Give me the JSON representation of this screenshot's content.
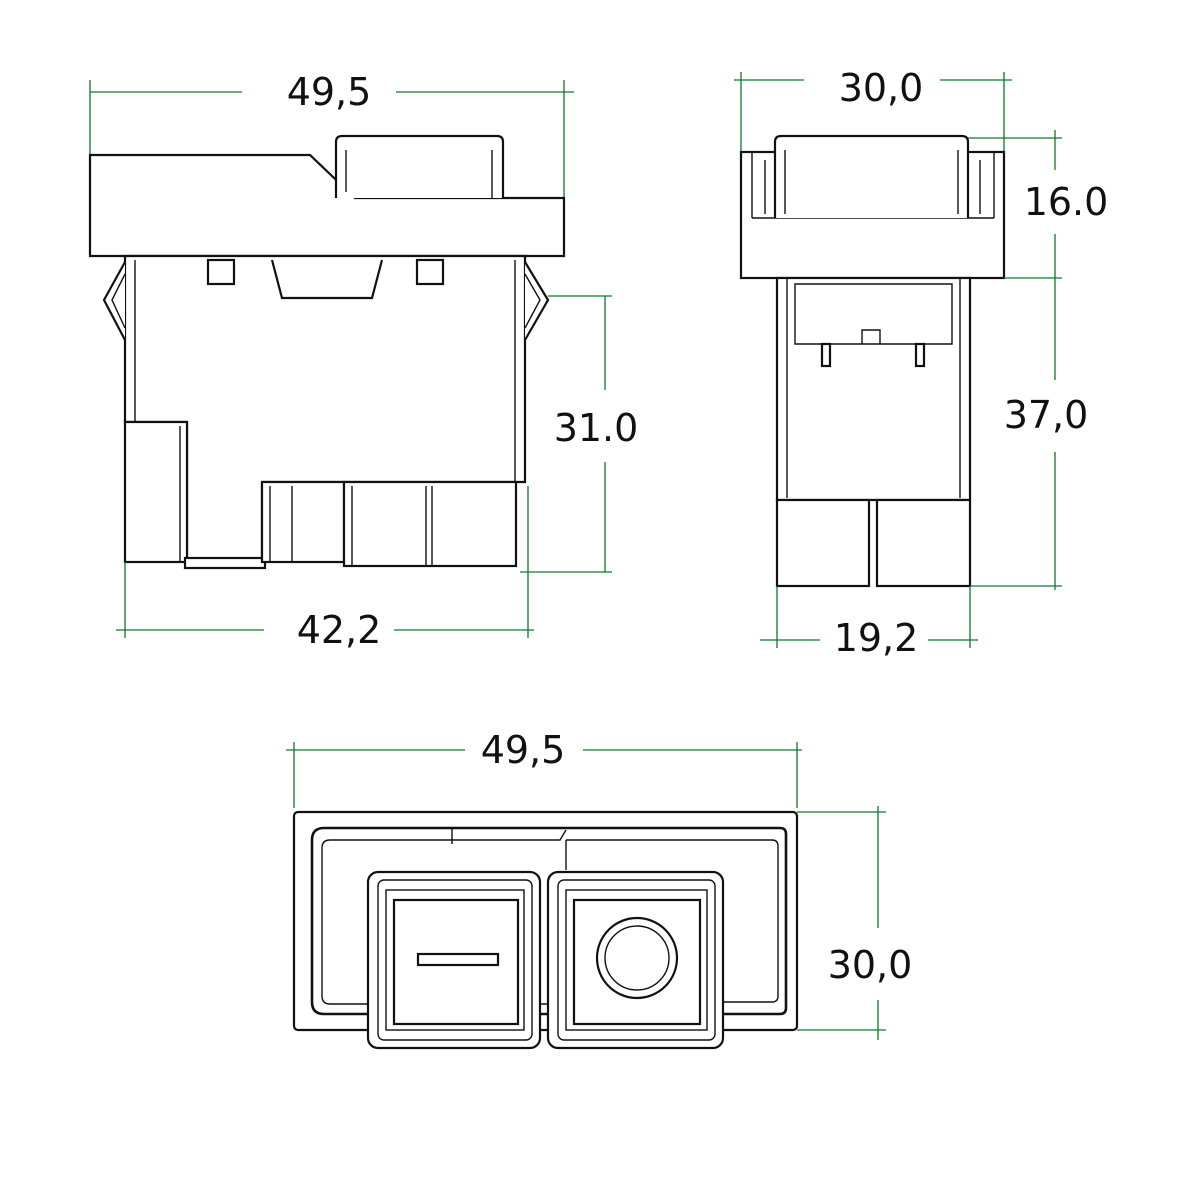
{
  "dimensions": {
    "side_width_top": "49,5",
    "side_width_bottom": "42,2",
    "side_height": "31.0",
    "end_width_top": "30,0",
    "end_height_top": "16.0",
    "end_height_total": "37,0",
    "end_width_bottom": "19,2",
    "top_width": "49,5",
    "top_height": "30,0"
  },
  "colors": {
    "dimension_line": "#0d7a2b",
    "outline": "#111111",
    "background": "#ffffff"
  },
  "icons": {
    "off_button_symbol": "minus-bar",
    "on_button_symbol": "circle"
  }
}
